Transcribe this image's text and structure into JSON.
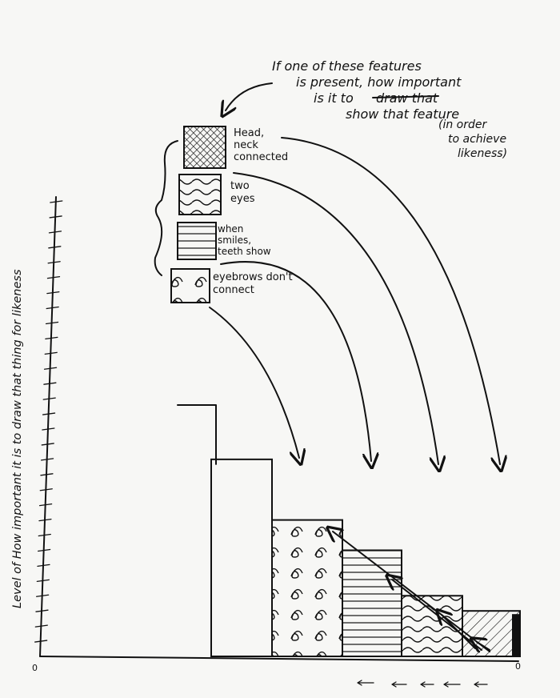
{
  "chart_data": {
    "type": "bar",
    "title": "",
    "xlabel": "",
    "ylabel": "Level of How important it is to draw that thing for likeness",
    "ylim": [
      0,
      30
    ],
    "grid": false,
    "categories": [
      "",
      "Eyebrows don't connect",
      "When smiles, teeth show",
      "Two eyes",
      "Head, neck connected"
    ],
    "values": [
      13,
      9,
      7,
      4,
      3
    ],
    "origin_labels": {
      "left": "0",
      "right": "0"
    },
    "annotations": {
      "question_lines": [
        "If one of these features",
        "is present, how important",
        "is it to",
        "draw that",
        "show that feature"
      ],
      "note_lines": [
        "(in order",
        "to achieve",
        "likeness)"
      ]
    },
    "legend": [
      {
        "pattern": "crosshatch",
        "lines": [
          "Head,",
          "neck",
          "connected"
        ]
      },
      {
        "pattern": "waves",
        "lines": [
          "two",
          "eyes"
        ]
      },
      {
        "pattern": "horizontal",
        "lines": [
          "when",
          "smiles,",
          "teeth show"
        ]
      },
      {
        "pattern": "swirls",
        "lines": [
          "eyebrows don't",
          "connect"
        ]
      }
    ]
  }
}
